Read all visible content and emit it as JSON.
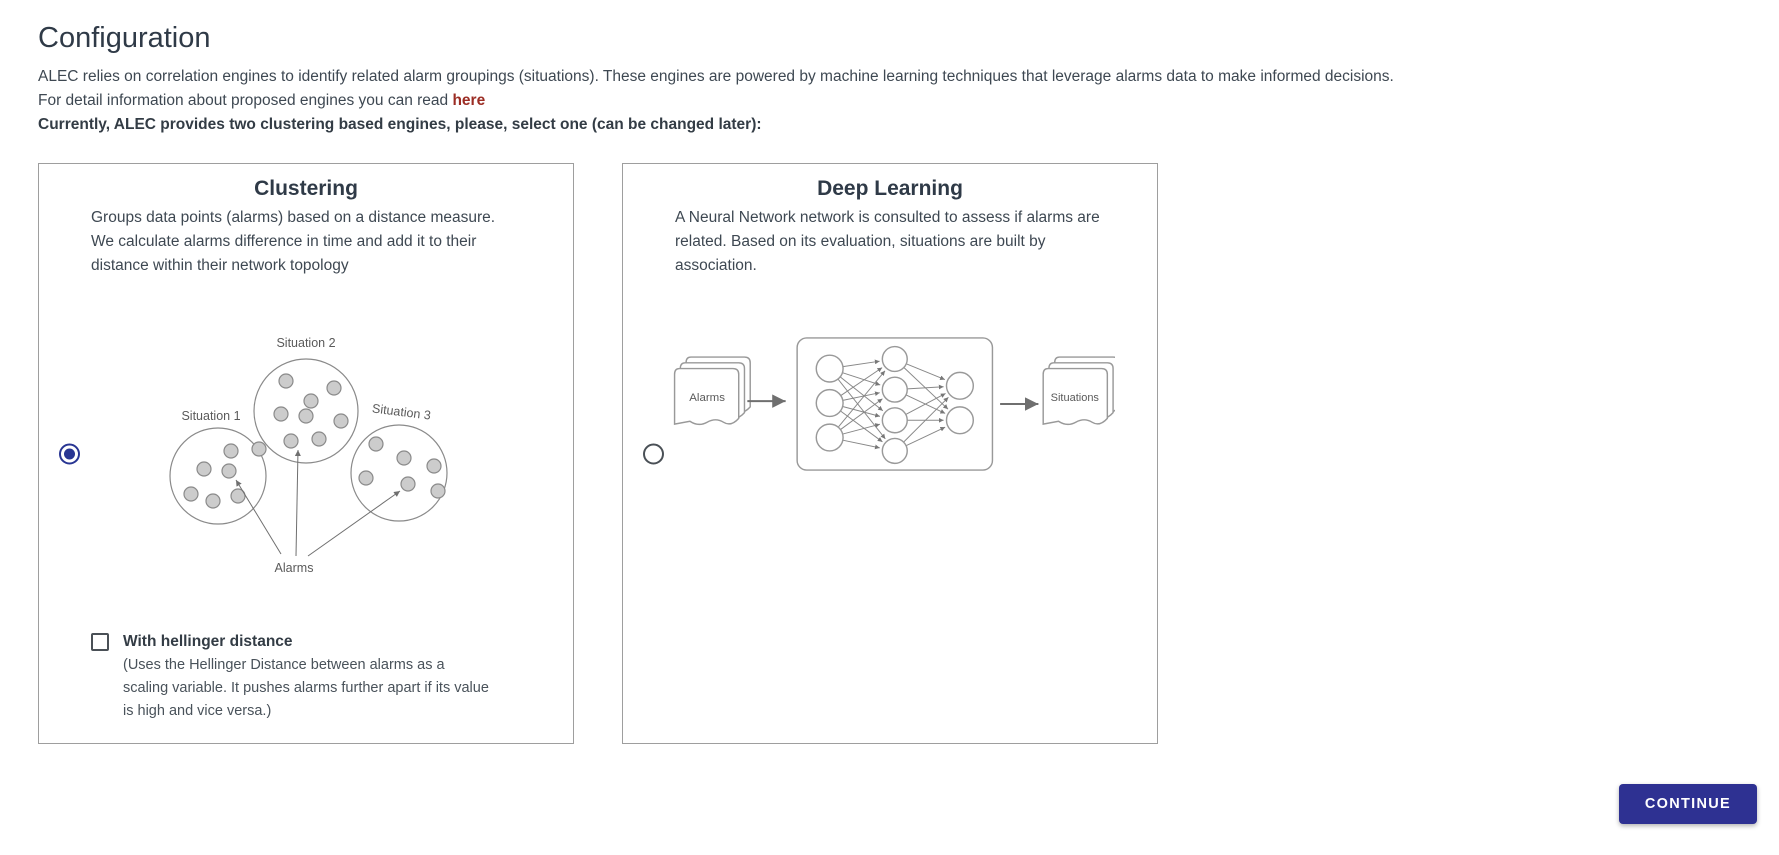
{
  "page": {
    "title": "Configuration",
    "intro_line1": "ALEC relies on correlation engines to identify related alarm groupings (situations). These engines are powered by machine learning techniques that leverage alarms data to make informed decisions.",
    "intro_line2_prefix": "For detail information about proposed engines you can read ",
    "intro_link_label": "here",
    "selection_prompt": "Currently, ALEC provides two clustering based engines, please, select one (can be changed later):"
  },
  "engines": {
    "clustering": {
      "title": "Clustering",
      "description": "Groups data points (alarms) based on a distance measure. We calculate alarms difference in time and add it to their distance within their network topology",
      "selected": true,
      "diagram_labels": {
        "situation1": "Situation 1",
        "situation2": "Situation 2",
        "situation3": "Situation 3",
        "alarms": "Alarms"
      },
      "hellinger": {
        "checked": false,
        "label": "With hellinger distance",
        "note": "(Uses the Hellinger Distance between alarms as a scaling variable. It pushes alarms further apart if its value is high and vice versa.)"
      }
    },
    "deep_learning": {
      "title": "Deep Learning",
      "description": "A Neural Network network is consulted to assess if alarms are related. Based on its evaluation, situations are built by association.",
      "selected": false,
      "diagram_labels": {
        "input": "Alarms",
        "output": "Situations"
      }
    }
  },
  "footer": {
    "continue_label": "CONTINUE"
  },
  "colors": {
    "accent": "#2e3192",
    "radio_selected": "#283593",
    "link": "#9b2c23",
    "heading": "#2f3a47",
    "body_text": "#3e4852",
    "card_border": "#9e9e9e",
    "diagram_stroke": "#8a8a8a",
    "dot_fill": "#cccccc"
  }
}
